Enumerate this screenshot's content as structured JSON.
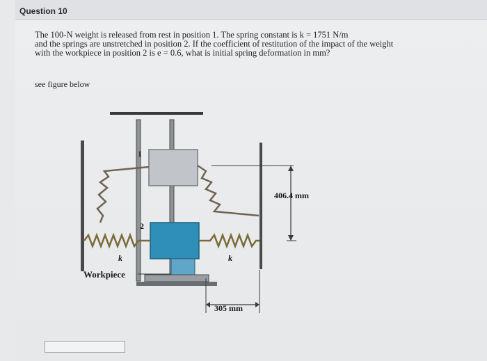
{
  "question": {
    "title": "Question 10",
    "lines": [
      "The 100-N weight is released from rest in position 1. The spring constant is k = 1751 N/m",
      "and the springs are unstretched in position 2. If the coefficient of restitution of the impact of the weight",
      "with the workpiece in position 2 is e = 0.6, what is initial spring deformation in mm?"
    ],
    "see_figure": "see figure below"
  },
  "figure": {
    "label_pos1": "1",
    "label_pos2": "2",
    "label_k_left": "k",
    "label_k_right": "k",
    "label_workpiece": "Workpiece",
    "dim_vertical": "406.4 mm",
    "dim_horizontal": "305 mm"
  },
  "answer": {
    "value": ""
  },
  "colors": {
    "weight_pos1": "#b9bcc0",
    "weight_pos2": "#2f8fb8",
    "spring": "#6e6450",
    "frame": "#3a3a3a"
  }
}
